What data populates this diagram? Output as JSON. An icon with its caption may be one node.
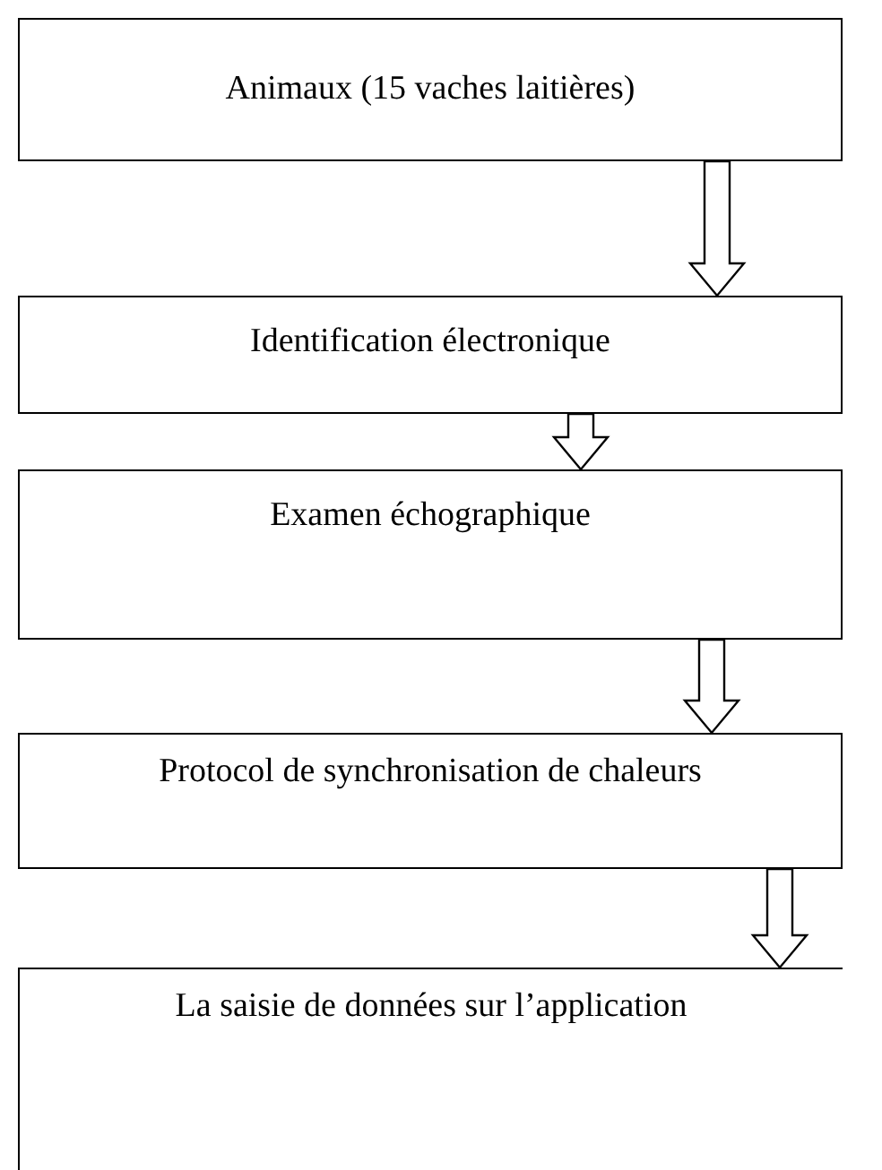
{
  "diagram": {
    "nodes": [
      {
        "text": [
          "Animaux (15 vaches laitières)"
        ]
      },
      {
        "text": [
          "Identification électronique"
        ]
      },
      {
        "text": [
          "Examen échographique"
        ]
      },
      {
        "text": [
          "Protocol de synchronisation de chaleurs"
        ]
      },
      {
        "text": [
          "La saisie de données sur l’application"
        ]
      }
    ],
    "edges": [
      {
        "from": 0,
        "to": 1,
        "arrow": "to"
      },
      {
        "from": 1,
        "to": 2,
        "arrow": "to"
      },
      {
        "from": 2,
        "to": 3,
        "arrow": "to"
      },
      {
        "from": 3,
        "to": 4,
        "arrow": "to"
      }
    ]
  }
}
